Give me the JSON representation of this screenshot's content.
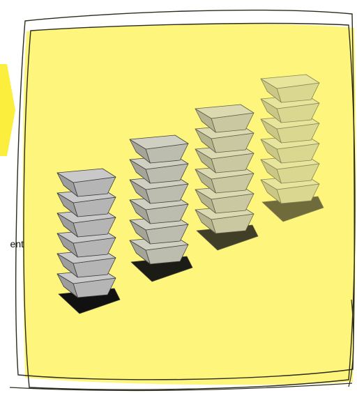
{
  "note_color": "#fdf57c",
  "tab_color": "#fbee3c",
  "outline_color": "#2b2b1e",
  "edge_label": "ent",
  "stacks": [
    {
      "name": "stack-1",
      "items": 6,
      "fill": "#c9c9c9",
      "opacity": 1.0
    },
    {
      "name": "stack-2",
      "items": 6,
      "fill": "#cdcdc6",
      "opacity": 0.95
    },
    {
      "name": "stack-3",
      "items": 6,
      "fill": "#d3d3be",
      "opacity": 0.8
    },
    {
      "name": "stack-4",
      "items": 6,
      "fill": "#dadab2",
      "opacity": 0.6
    }
  ]
}
